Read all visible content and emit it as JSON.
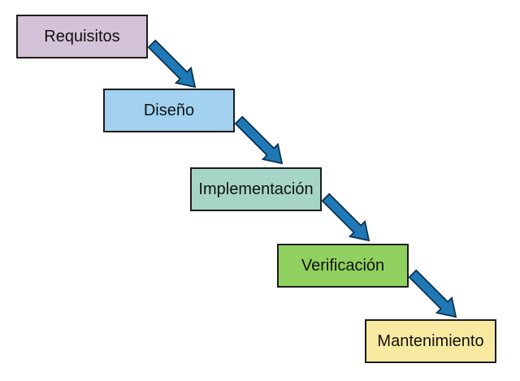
{
  "diagram": {
    "background": "#ffffff",
    "border_color": "#1c1c1c",
    "text_color": "#111111",
    "arrow": {
      "fill": "#1e79b6",
      "stroke": "#0e3050"
    },
    "stages": [
      {
        "label": "Requisitos",
        "fill": "#d4c2d8"
      },
      {
        "label": "Diseño",
        "fill": "#a2d2f0"
      },
      {
        "label": "Implementación",
        "fill": "#a6d5c7"
      },
      {
        "label": "Verificación",
        "fill": "#90d05f"
      },
      {
        "label": "Mantenimiento",
        "fill": "#f8e9a1"
      }
    ]
  }
}
